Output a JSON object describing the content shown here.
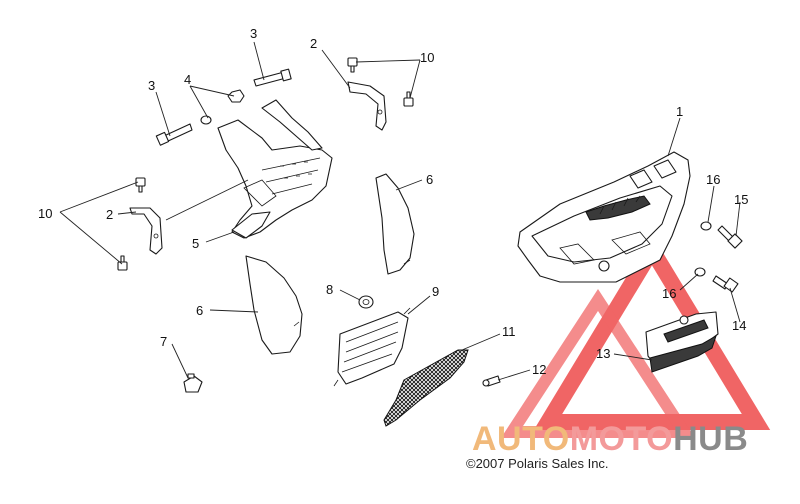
{
  "callouts": {
    "c1": "1",
    "c2a": "2",
    "c2b": "2",
    "c3a": "3",
    "c3b": "3",
    "c4": "4",
    "c5": "5",
    "c6a": "6",
    "c6b": "6",
    "c7": "7",
    "c8": "8",
    "c9": "9",
    "c10a": "10",
    "c10b": "10",
    "c11": "11",
    "c12": "12",
    "c13": "13",
    "c14": "14",
    "c15": "15",
    "c16a": "16",
    "c16b": "16"
  },
  "watermark": {
    "part1": "AUTO",
    "part2": "MOTO",
    "part3": "HUB"
  },
  "copyright": "©2007 Polaris Sales Inc.",
  "colors": {
    "watermark_triangle": "#ee4b4b",
    "watermark_auto": "#f1b97a",
    "watermark_moto": "#f39a9a",
    "watermark_hub": "#8a8a8a"
  }
}
